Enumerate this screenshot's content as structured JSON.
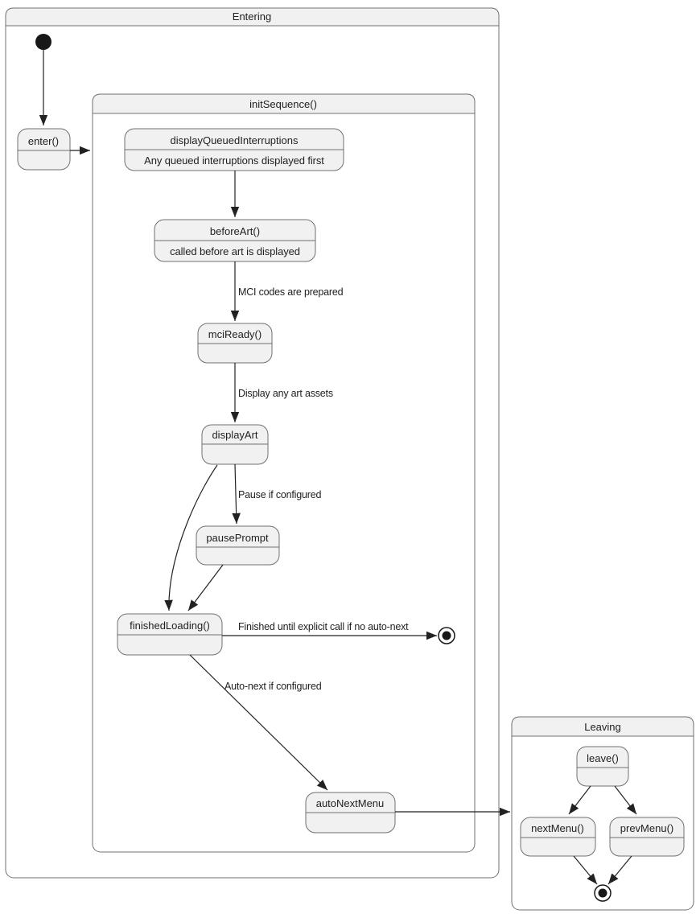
{
  "diagram": {
    "type": "uml-state-diagram",
    "containers": {
      "entering": {
        "title": "Entering"
      },
      "initSequence": {
        "title": "initSequence()"
      },
      "leaving": {
        "title": "Leaving"
      }
    },
    "states": {
      "enter": {
        "label": "enter()"
      },
      "displayQueuedInterruptions": {
        "label": "displayQueuedInterruptions",
        "note": "Any queued interruptions displayed first"
      },
      "beforeArt": {
        "label": "beforeArt()",
        "note": "called before art is displayed"
      },
      "mciReady": {
        "label": "mciReady()"
      },
      "displayArt": {
        "label": "displayArt"
      },
      "pausePrompt": {
        "label": "pausePrompt"
      },
      "finishedLoading": {
        "label": "finishedLoading()"
      },
      "autoNextMenu": {
        "label": "autoNextMenu"
      },
      "leave": {
        "label": "leave()"
      },
      "nextMenu": {
        "label": "nextMenu()"
      },
      "prevMenu": {
        "label": "prevMenu()"
      }
    },
    "transition_labels": {
      "beforeArt_to_mciReady": "MCI codes are prepared",
      "mciReady_to_displayArt": "Display any art assets",
      "displayArt_to_pausePrompt": "Pause if configured",
      "finishedLoading_to_final": "Finished until explicit call if no auto-next",
      "finishedLoading_to_autoNextMenu": "Auto-next if configured"
    },
    "colors": {
      "state_fill": "#f1f1f1",
      "state_border": "#707070",
      "edge_line": "#222222",
      "text": "#1f1f1f",
      "background": "#ffffff"
    }
  }
}
